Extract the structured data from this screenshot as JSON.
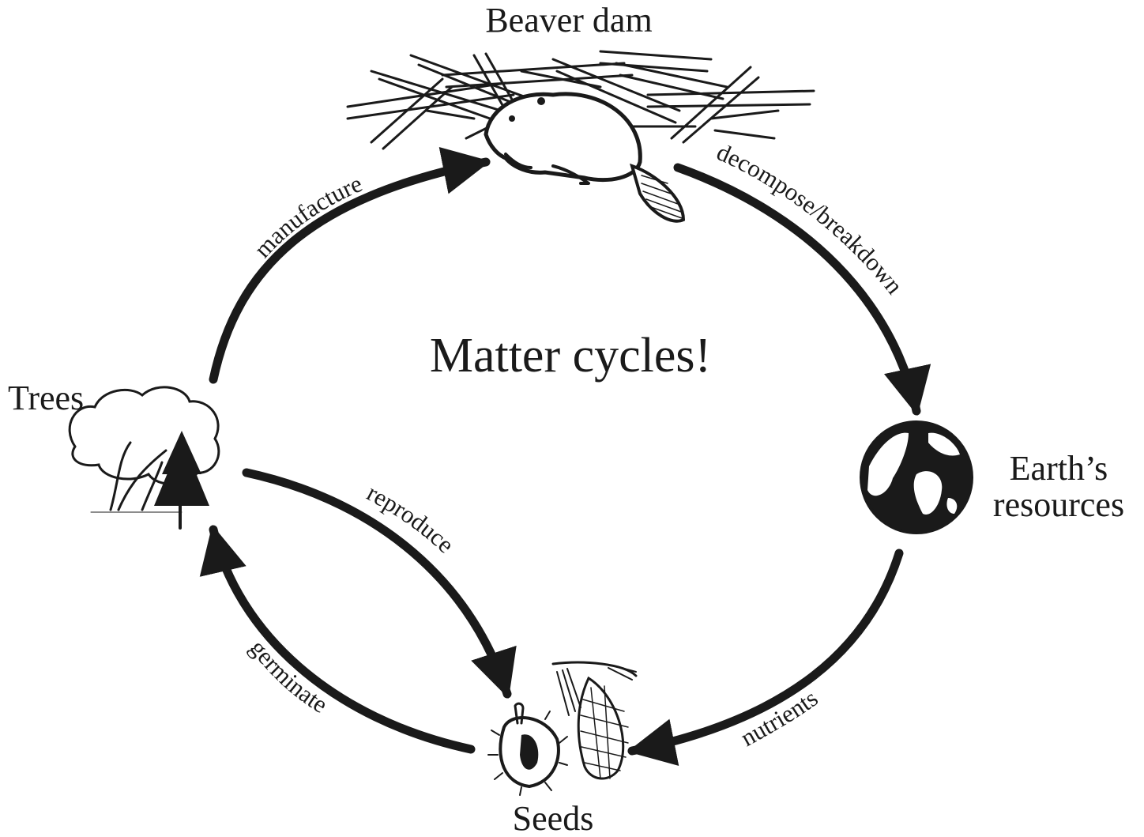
{
  "title": "Matter cycles!",
  "nodes": {
    "beaver_dam": "Beaver dam",
    "earth_line1": "Earth’s",
    "earth_line2": "resources",
    "seeds": "Seeds",
    "trees": "Trees"
  },
  "arrows": {
    "manufacture": "manufacture",
    "decompose": "decompose/breakdown",
    "nutrients": "nutrients",
    "germinate": "germinate",
    "reproduce": "reproduce"
  },
  "icons": [
    "beaver-icon",
    "dam-sticks-icon",
    "earth-globe-icon",
    "tree-icon",
    "seed-icon",
    "pine-cone-icon"
  ],
  "colors": {
    "ink": "#1a1a1a",
    "background": "#ffffff"
  }
}
